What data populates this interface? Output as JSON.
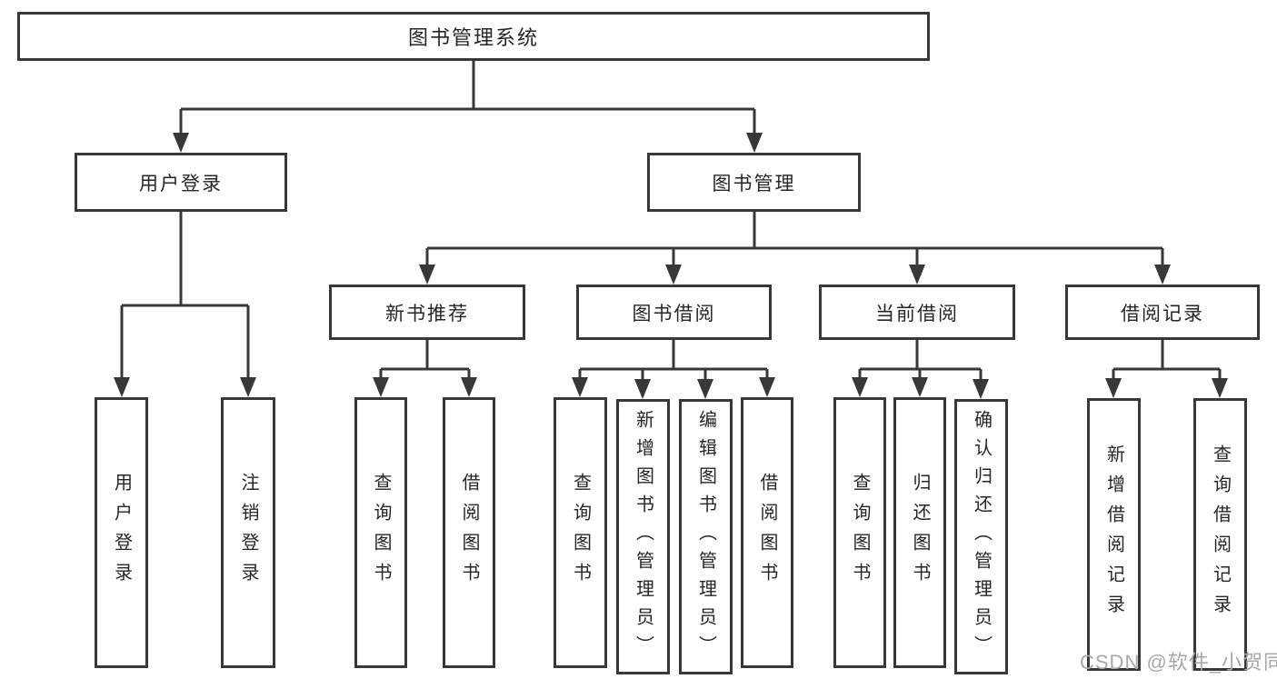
{
  "tree": {
    "root": {
      "label": "图书管理系统"
    },
    "branches": [
      {
        "label": "用户登录",
        "children": [
          {
            "label": "用户登录"
          },
          {
            "label": "注销登录"
          }
        ]
      },
      {
        "label": "图书管理",
        "children": [
          {
            "label": "新书推荐",
            "children": [
              {
                "label": "查询图书"
              },
              {
                "label": "借阅图书"
              }
            ]
          },
          {
            "label": "图书借阅",
            "children": [
              {
                "label": "查询图书"
              },
              {
                "label": "新增图书（管理员）"
              },
              {
                "label": "编辑图书（管理员）"
              },
              {
                "label": "借阅图书"
              }
            ]
          },
          {
            "label": "当前借阅",
            "children": [
              {
                "label": "查询图书"
              },
              {
                "label": "归还图书"
              },
              {
                "label": "确认归还（管理员）"
              }
            ]
          },
          {
            "label": "借阅记录",
            "children": [
              {
                "label": "新增借阅记录"
              },
              {
                "label": "查询借阅记录"
              }
            ]
          }
        ]
      }
    ]
  },
  "watermark": "CSDN @软件_小贺同学",
  "colors": {
    "line": "#383838",
    "text": "#262626",
    "watermark": "#a8a8a8",
    "background": "#ffffff"
  }
}
